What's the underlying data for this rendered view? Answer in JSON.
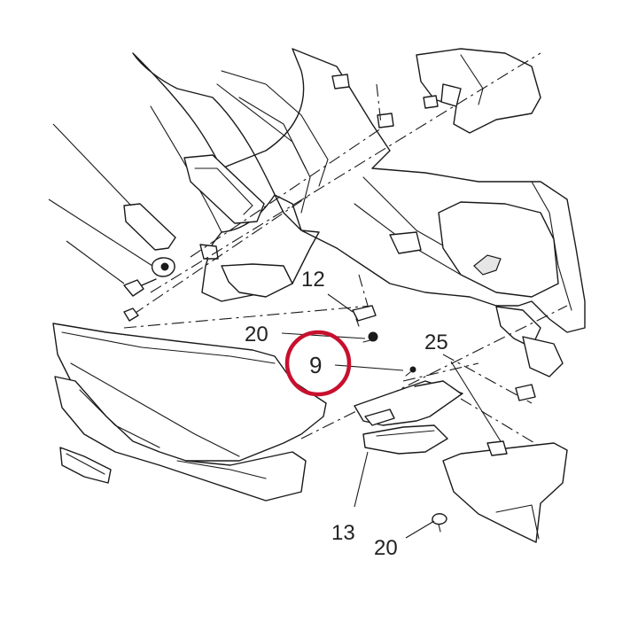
{
  "callouts": {
    "part_12": "12",
    "part_20_upper": "20",
    "part_9": "9",
    "part_25": "25",
    "part_13": "13",
    "part_20_lower": "20"
  },
  "highlight": {
    "target": "9",
    "color": "#c8102e"
  }
}
